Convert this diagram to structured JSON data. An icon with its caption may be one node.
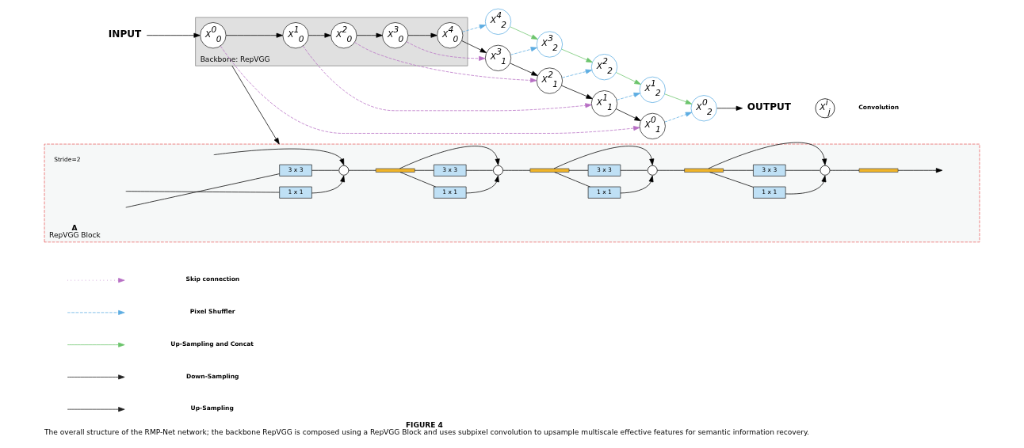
{
  "diagram": {
    "title": "FIGURE 4",
    "caption": "The overall structure of the RMP-Net network; the backbone RepVGG is composed using a RepVGG Block and uses subpixel convolution to upsample multiscale effective features for semantic information recovery.",
    "nodes": [
      {
        "text": [
          "INPUT"
        ]
      },
      {
        "text": [
          "Backbone: RepVGG"
        ]
      },
      {
        "text": [
          "X$^{0}$$_{0}$"
        ],
        "in": 1
      },
      {
        "text": [
          "X$^{1}$$_{0}$"
        ],
        "in": 1
      },
      {
        "text": [
          "X$^{2}$$_{0}$"
        ],
        "in": 1
      },
      {
        "text": [
          "X$^{3}$$_{0}$"
        ],
        "in": 1
      },
      {
        "text": [
          "X$^{4}$$_{0}$"
        ],
        "in": 1
      },
      {
        "text": [
          "X$^{0}$$_{1}$"
        ]
      },
      {
        "text": [
          "X$^{1}$$_{1}$"
        ]
      },
      {
        "text": [
          "X$^{2}$$_{1}$"
        ]
      },
      {
        "text": [
          "X$^{3}$$_{1}$"
        ]
      },
      {
        "text": [
          "X$^{0}$$_{2}$"
        ]
      },
      {
        "text": [
          "X$^{1}$$_{2}$"
        ]
      },
      {
        "text": [
          "X$^{2}$$_{2}$"
        ]
      },
      {
        "text": [
          "X$^{3}$$_{2}$"
        ]
      },
      {
        "text": [
          "X$^{4}$$_{2}$"
        ]
      },
      {
        "text": [
          "OUTPUT"
        ]
      },
      {
        "text": [
          "A",
          "RepVGG Block"
        ]
      },
      {
        "text": [
          "3 x 3"
        ],
        "in": 17
      },
      {
        "text": [
          "1 x 1"
        ],
        "in": 17
      },
      {
        "text": [],
        "shape": "circle",
        "in": 17
      },
      {
        "text": [],
        "shape": "bar",
        "in": 17
      },
      {
        "text": [
          "3 x 3"
        ],
        "in": 17
      },
      {
        "text": [
          "1 x 1"
        ],
        "in": 17
      },
      {
        "text": [],
        "shape": "circle",
        "in": 17
      },
      {
        "text": [],
        "shape": "bar",
        "in": 17
      },
      {
        "text": [
          "3 x 3"
        ],
        "in": 17
      },
      {
        "text": [
          "1 x 1"
        ],
        "in": 17
      },
      {
        "text": [],
        "shape": "circle",
        "in": 17
      },
      {
        "text": [],
        "shape": "bar",
        "in": 17
      },
      {
        "text": [
          "3 x 3"
        ],
        "in": 17
      },
      {
        "text": [
          "1 x 1"
        ],
        "in": 17
      },
      {
        "text": [],
        "shape": "circle",
        "in": 17
      },
      {
        "text": [],
        "shape": "bar",
        "in": 17
      }
    ],
    "edges": [
      {
        "from": 0,
        "to": 2,
        "arrow": "to"
      },
      {
        "from": 2,
        "to": 3,
        "arrow": "to"
      },
      {
        "from": 3,
        "to": 4,
        "arrow": "to"
      },
      {
        "from": 4,
        "to": 5,
        "arrow": "to"
      },
      {
        "from": 5,
        "to": 6,
        "arrow": "to"
      },
      {
        "from": 6,
        "to": 10,
        "arrow": "to"
      },
      {
        "from": 10,
        "to": 9,
        "arrow": "to"
      },
      {
        "from": 9,
        "to": 8,
        "arrow": "to"
      },
      {
        "from": 8,
        "to": 7,
        "arrow": "to"
      },
      {
        "from": 2,
        "to": 7,
        "arrow": "to",
        "style": "dashed",
        "color": "#b76fc4"
      },
      {
        "from": 3,
        "to": 8,
        "arrow": "to",
        "style": "dashed",
        "color": "#b76fc4"
      },
      {
        "from": 4,
        "to": 9,
        "arrow": "to",
        "style": "dashed",
        "color": "#b76fc4"
      },
      {
        "from": 5,
        "to": 10,
        "arrow": "to",
        "style": "dashed",
        "color": "#b76fc4"
      },
      {
        "from": 7,
        "to": 11,
        "arrow": "to",
        "style": "dashed",
        "color": "#5dade2"
      },
      {
        "from": 8,
        "to": 12,
        "arrow": "to",
        "style": "dashed",
        "color": "#5dade2"
      },
      {
        "from": 9,
        "to": 13,
        "arrow": "to",
        "style": "dashed",
        "color": "#5dade2"
      },
      {
        "from": 10,
        "to": 14,
        "arrow": "to",
        "style": "dashed",
        "color": "#5dade2"
      },
      {
        "from": 6,
        "to": 15,
        "arrow": "to",
        "style": "dashed",
        "color": "#5dade2"
      },
      {
        "from": 15,
        "to": 14,
        "arrow": "to",
        "color": "#6cc46c"
      },
      {
        "from": 14,
        "to": 13,
        "arrow": "to",
        "color": "#6cc46c"
      },
      {
        "from": 13,
        "to": 12,
        "arrow": "to",
        "color": "#6cc46c"
      },
      {
        "from": 12,
        "to": 11,
        "arrow": "to",
        "color": "#6cc46c"
      },
      {
        "from": 11,
        "to": 16,
        "arrow": "to"
      },
      {
        "from": 1,
        "to": 17,
        "arrow": "to"
      },
      {
        "from": null,
        "to": 18,
        "arrow": "none"
      },
      {
        "from": null,
        "to": 19,
        "arrow": "none"
      },
      {
        "from": null,
        "to": 20,
        "arrow": "to"
      },
      {
        "from": 18,
        "to": 20,
        "arrow": "none"
      },
      {
        "from": 19,
        "to": 20,
        "arrow": "to"
      },
      {
        "from": 20,
        "to": 21,
        "arrow": "none"
      },
      {
        "from": 21,
        "to": 22,
        "arrow": "none"
      },
      {
        "from": 21,
        "to": 23,
        "arrow": "none"
      },
      {
        "from": 21,
        "to": 24,
        "arrow": "to"
      },
      {
        "from": 22,
        "to": 24,
        "arrow": "none"
      },
      {
        "from": 23,
        "to": 24,
        "arrow": "to"
      },
      {
        "from": 24,
        "to": 25,
        "arrow": "none"
      },
      {
        "from": 25,
        "to": 26,
        "arrow": "none"
      },
      {
        "from": 25,
        "to": 27,
        "arrow": "none"
      },
      {
        "from": 25,
        "to": 28,
        "arrow": "to"
      },
      {
        "from": 26,
        "to": 28,
        "arrow": "none"
      },
      {
        "from": 27,
        "to": 28,
        "arrow": "to"
      },
      {
        "from": 28,
        "to": 29,
        "arrow": "none"
      },
      {
        "from": 29,
        "to": 30,
        "arrow": "none"
      },
      {
        "from": 29,
        "to": 31,
        "arrow": "none"
      },
      {
        "from": 29,
        "to": 32,
        "arrow": "to"
      },
      {
        "from": 30,
        "to": 32,
        "arrow": "none"
      },
      {
        "from": 31,
        "to": 32,
        "arrow": "to"
      },
      {
        "from": 32,
        "to": 33,
        "arrow": "none"
      },
      {
        "from": 33,
        "to": null,
        "arrow": "to"
      }
    ],
    "labels": [
      "Stride=2",
      "X$^{i}$$_{j}$"
    ],
    "legend": [
      {
        "text": "Convolution"
      },
      {
        "text": "Skip connection"
      },
      {
        "text": "Pixel Shuffler"
      },
      {
        "text": "Up-Sampling and Concat"
      },
      {
        "text": "Down-Sampling"
      },
      {
        "text": "Up-Sampling"
      }
    ]
  }
}
